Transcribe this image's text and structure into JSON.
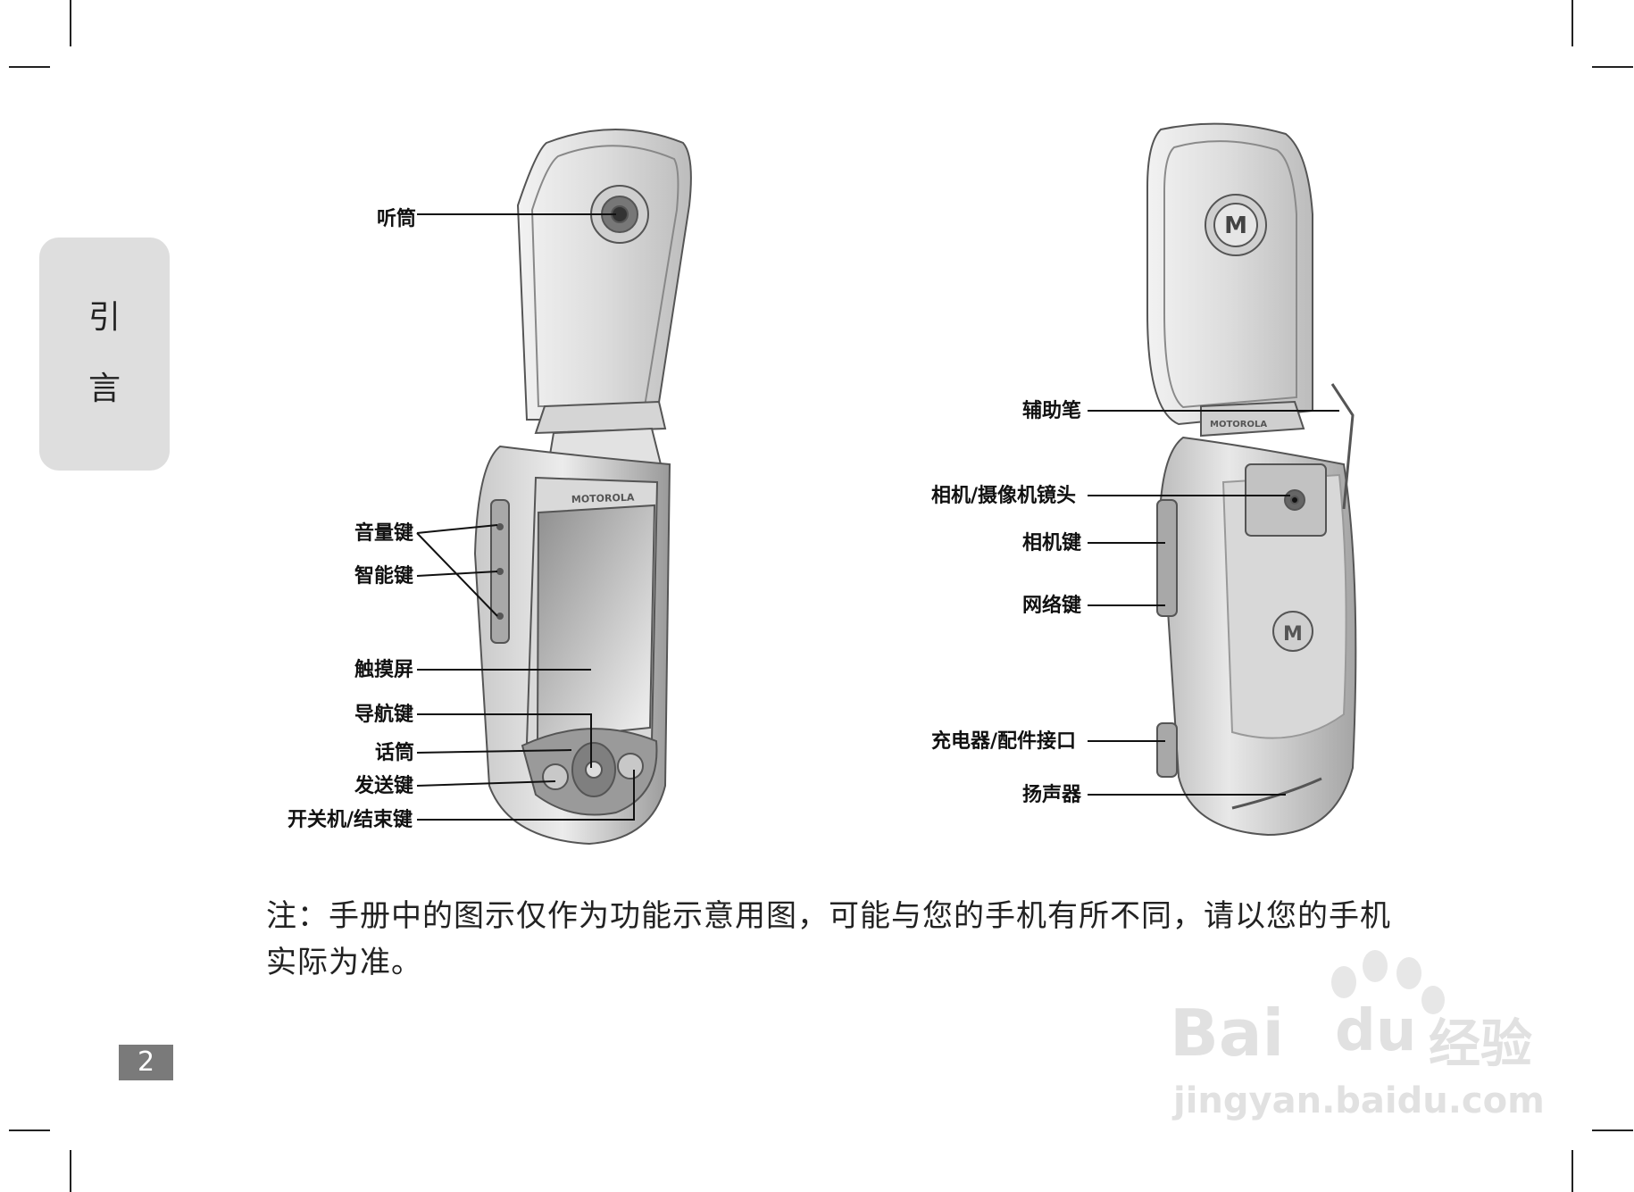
{
  "side_tab": {
    "chars": [
      "引",
      "言"
    ]
  },
  "left_phone": {
    "brand": "MOTOROLA",
    "labels": {
      "earpiece": "听筒",
      "volume": "音量键",
      "smart": "智能键",
      "touchscreen": "触摸屏",
      "nav": "导航键",
      "mic": "话筒",
      "send": "发送键",
      "power": "开关机/结束键"
    }
  },
  "right_phone": {
    "brand": "MOTOROLA",
    "labels": {
      "stylus": "辅助笔",
      "lens": "相机/摄像机镜头",
      "camera_key": "相机键",
      "network_key": "网络键",
      "charger": "充电器/配件接口",
      "speaker": "扬声器"
    }
  },
  "note": {
    "line1": "注：手册中的图示仅作为功能示意用图，可能与您的手机有所不同，请以您的手机",
    "line2": "实际为准。"
  },
  "page_number": "2",
  "watermark": {
    "brand": "Bai",
    "brand2": "du",
    "cn": "经验",
    "url": "jingyan.baidu.com"
  }
}
